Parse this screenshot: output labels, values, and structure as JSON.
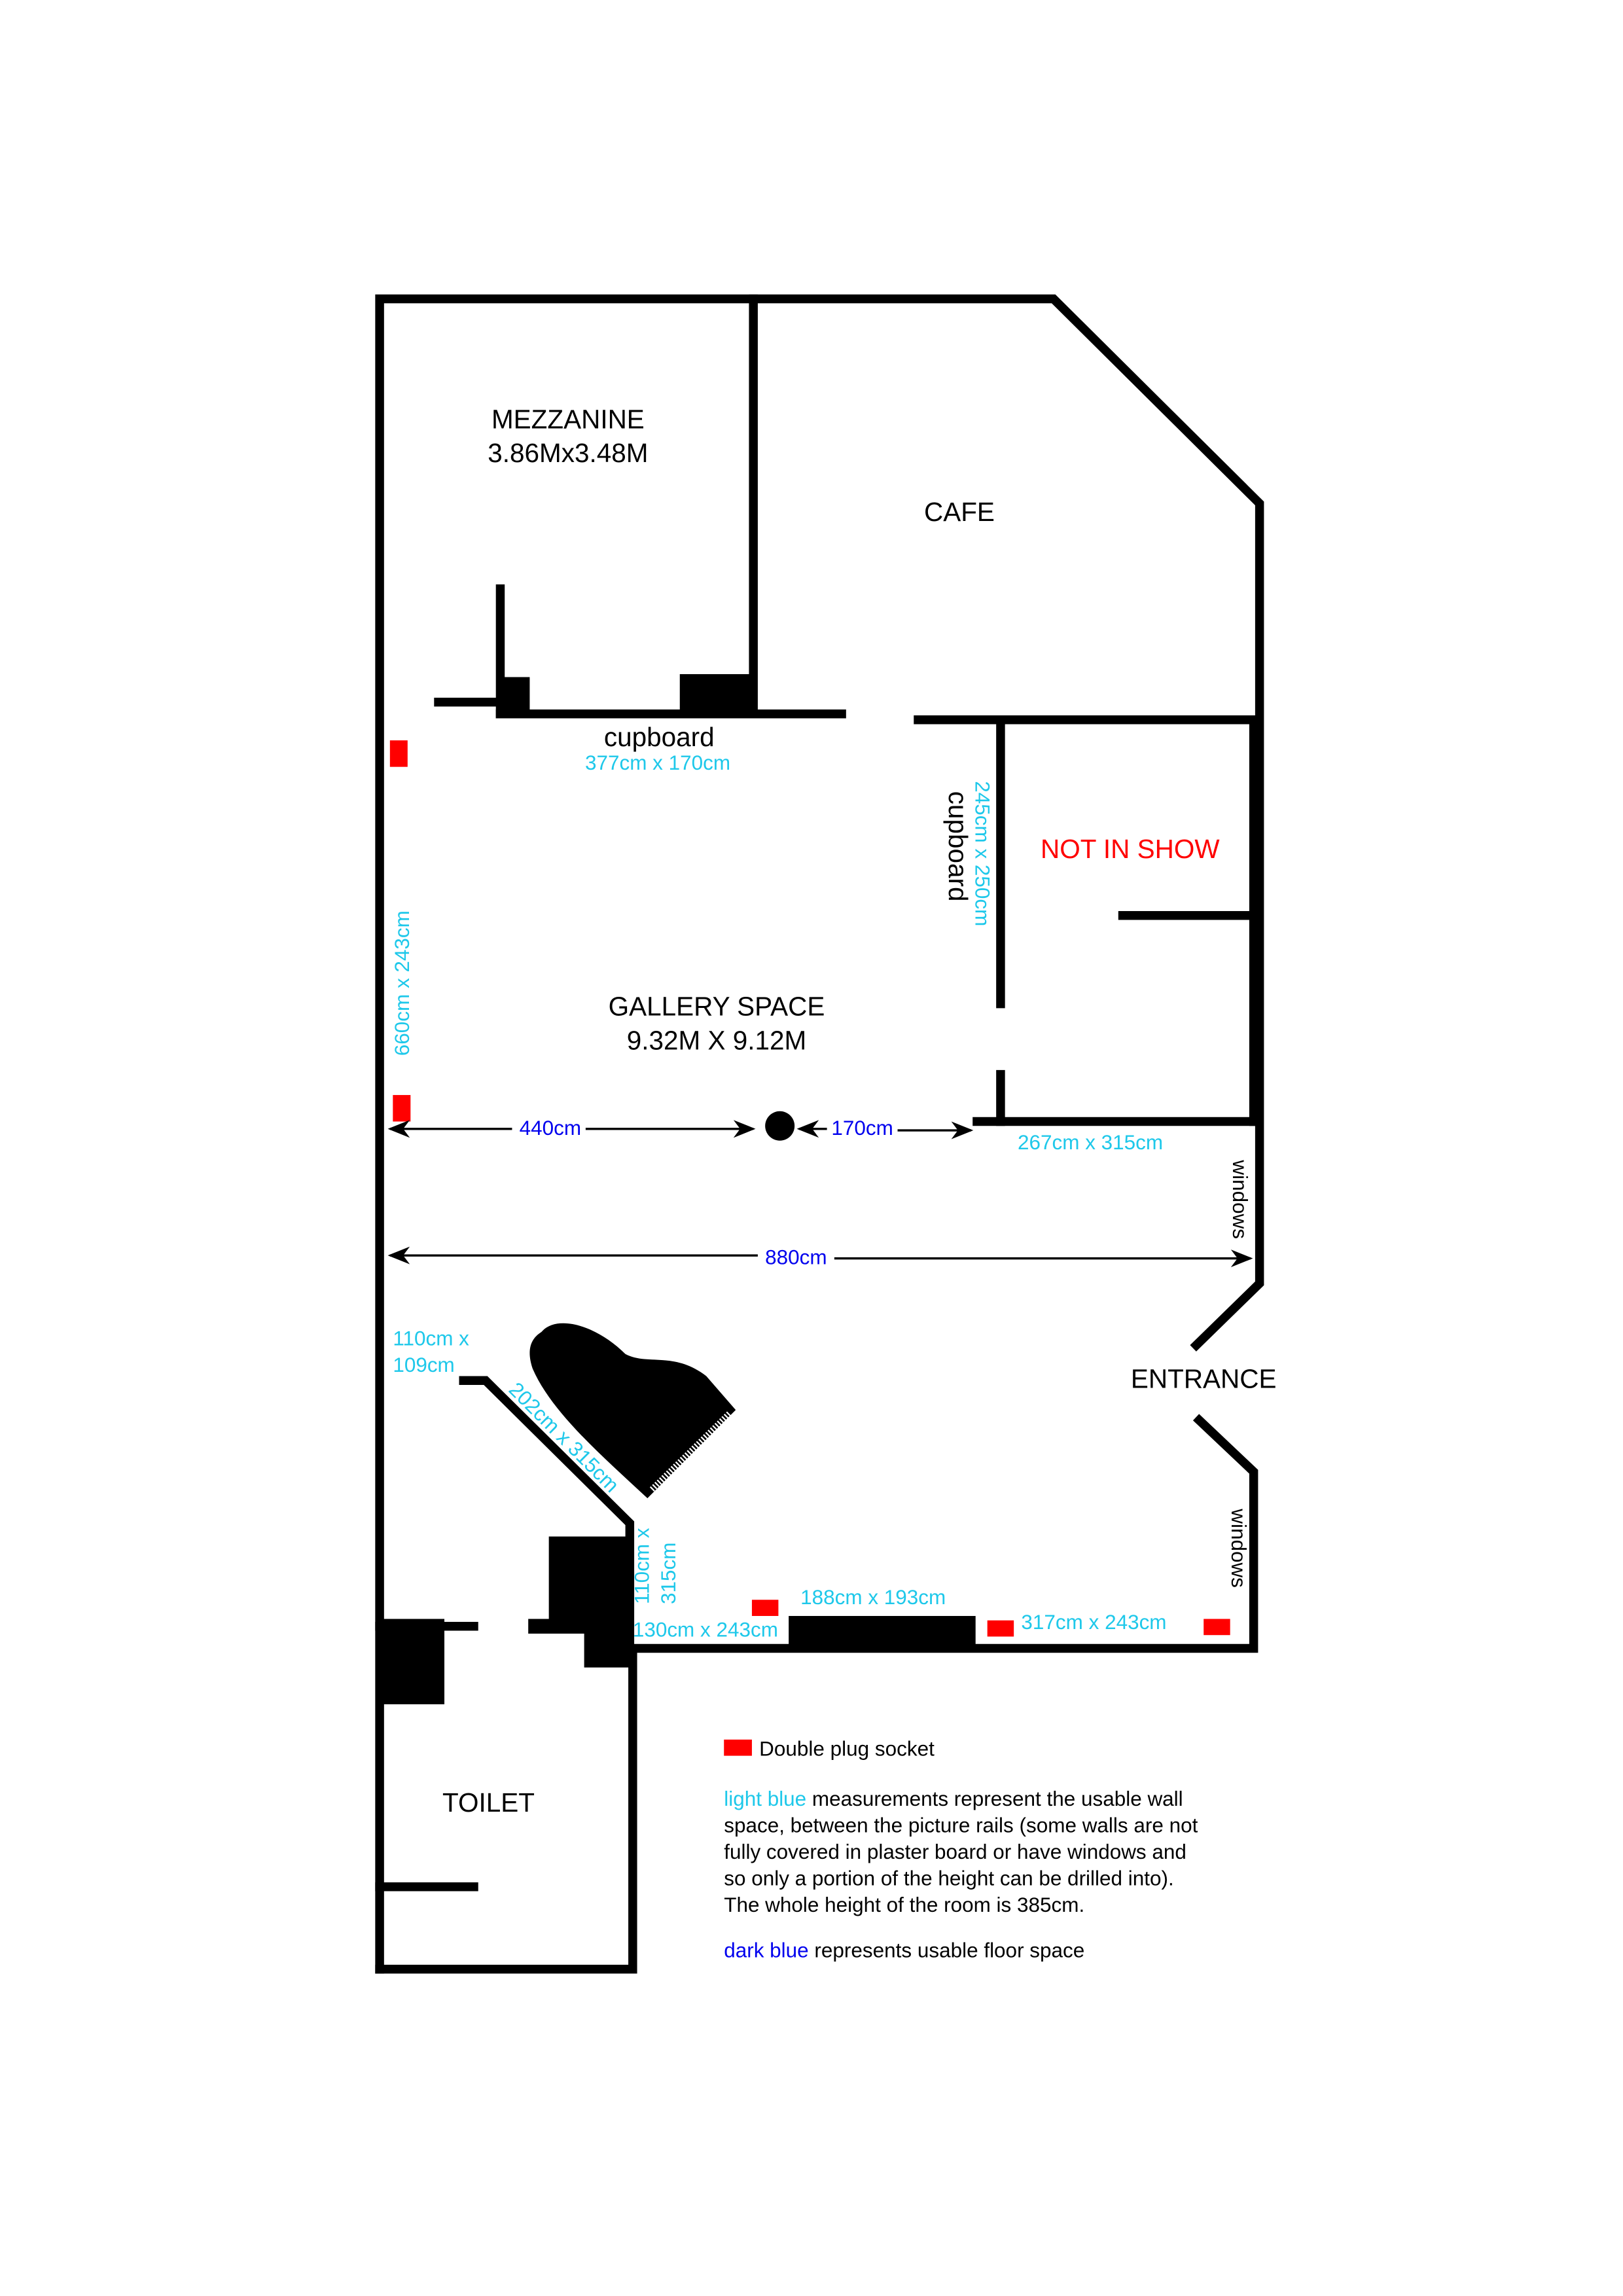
{
  "rooms": {
    "mezzanine": {
      "name": "MEZZANINE",
      "size": "3.86Mx3.48M"
    },
    "cafe": {
      "name": "CAFE"
    },
    "not_in_show": {
      "name": "NOT IN SHOW"
    },
    "gallery": {
      "name": "GALLERY SPACE",
      "size": "9.32M X 9.12M"
    },
    "entrance": {
      "name": "ENTRANCE"
    },
    "toilet": {
      "name": "TOILET"
    }
  },
  "labels": {
    "cupboard_top": "cupboard",
    "cupboard_side": "cupboard",
    "windows_upper": "windows",
    "windows_lower": "windows"
  },
  "wall_measurements": {
    "cupboard_top": "377cm x 170cm",
    "cupboard_side": "245cm x 250cm",
    "left_wall": "660cm x 243cm",
    "not_in_show_bottom": "267cm x 315cm",
    "corner_left_1": "110cm x",
    "corner_left_2": "109cm",
    "diagonal": "202cm x 315cm",
    "toilet_side_1": "110cm x",
    "toilet_side_2": "315cm",
    "bottom_left": "130cm x 243cm",
    "bottom_mid": "188cm x 193cm",
    "bottom_right": "317cm x 243cm"
  },
  "floor_measurements": {
    "left_to_column": "440cm",
    "column_to_wall": "170cm",
    "full_width": "880cm"
  },
  "legend": {
    "socket": "Double plug socket",
    "light_blue_term": "light blue",
    "light_blue_lines": [
      " measurements represent the usable wall",
      "space, between the picture rails (some walls are not",
      "fully covered in plaster board or have windows and",
      "so only a portion of the height can be drilled into).",
      "The whole height of the room is 385cm."
    ],
    "dark_blue_term": "dark blue",
    "dark_blue_text": " represents usable floor space"
  },
  "colors": {
    "light_blue": "#1ec8ea",
    "dark_blue": "#0000ee",
    "socket": "#ff0000",
    "wall": "#000000"
  }
}
